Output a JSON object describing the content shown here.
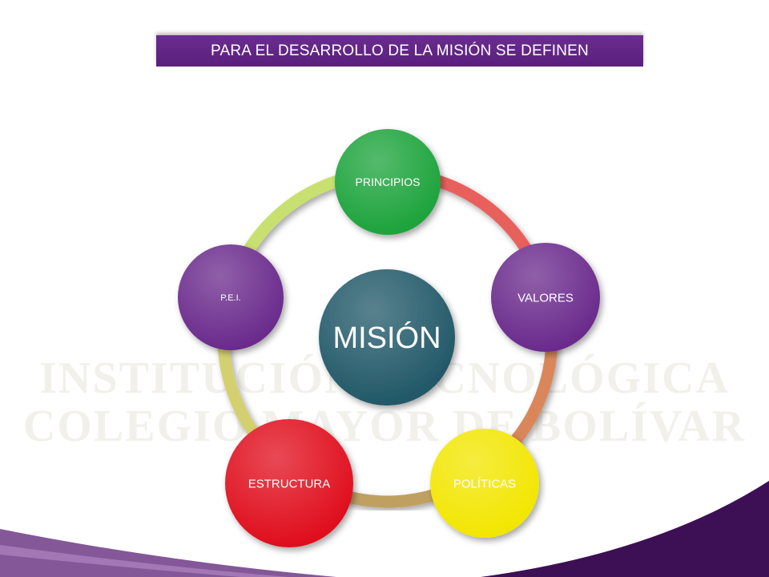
{
  "title": "PARA EL DESARROLLO DE LA MISIÓN SE DEFINEN",
  "watermark": {
    "line1": "INSTITUCIÓN TECNOLÓGICA",
    "line2": "COLEGIO MAYOR DE BOLÍVAR"
  },
  "center": {
    "label": "MISIÓN",
    "color": "#215868"
  },
  "nodes": [
    {
      "id": "principios",
      "label": "PRINCIPIOS",
      "color": "#1fa33a"
    },
    {
      "id": "valores",
      "label": "VALORES",
      "color": "#6a2a8c"
    },
    {
      "id": "politicas",
      "label": "POLÍTICAS",
      "color": "#f2e600"
    },
    {
      "id": "estructura",
      "label": "ESTRUCTURA",
      "color": "#e0101c"
    },
    {
      "id": "pei",
      "label": "P.E.I.",
      "color": "#6a2a8c"
    }
  ],
  "connectors": [
    {
      "from": "principios",
      "to": "valores",
      "color": "#e8605c"
    },
    {
      "from": "valores",
      "to": "politicas",
      "color": "#d9875a"
    },
    {
      "from": "politicas",
      "to": "estructura",
      "color": "#bfa060"
    },
    {
      "from": "estructura",
      "to": "pei",
      "color": "#d4d070"
    },
    {
      "from": "pei",
      "to": "principios",
      "color": "#c8e070"
    }
  ],
  "footer_accent_color": "#4a1560"
}
